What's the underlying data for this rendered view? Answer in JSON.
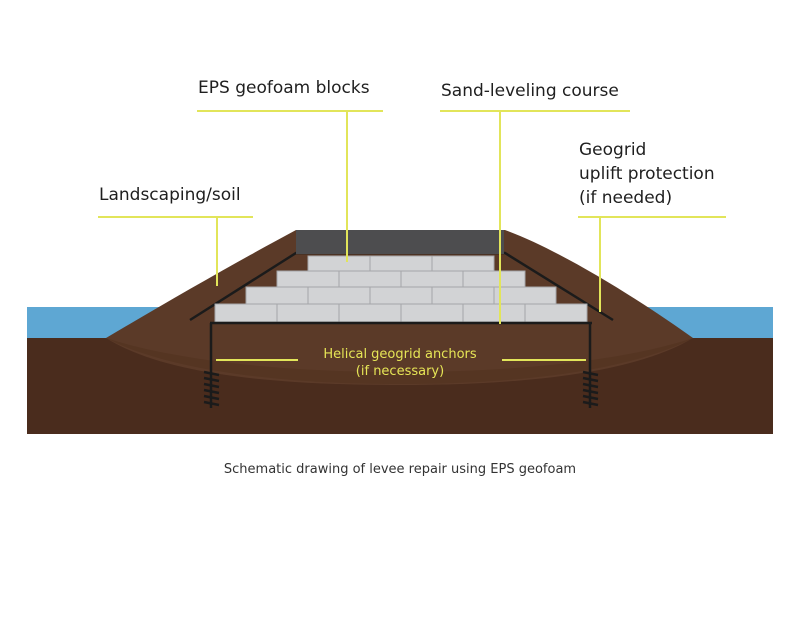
{
  "labels": {
    "eps_blocks": "EPS geofoam blocks",
    "sand_course": "Sand-leveling course",
    "geogrid": [
      "Geogrid",
      "uplift protection",
      "(if needed)"
    ],
    "landscaping": "Landscaping/soil",
    "anchors": [
      "Helical geogrid anchors",
      "(if necessary)"
    ]
  },
  "caption": "Schematic drawing of levee repair using EPS geofoam",
  "colors": {
    "water": "#5ea7d3",
    "soil_dark": "#4a2c1d",
    "soil_mid": "#5b3a28",
    "levee": "#6a4331",
    "cap": "#4d4d4f",
    "block": "#d2d3d5",
    "block_line": "#9fa1a4",
    "leader": "#e2e55a",
    "anchor_text": "#e6e556"
  }
}
